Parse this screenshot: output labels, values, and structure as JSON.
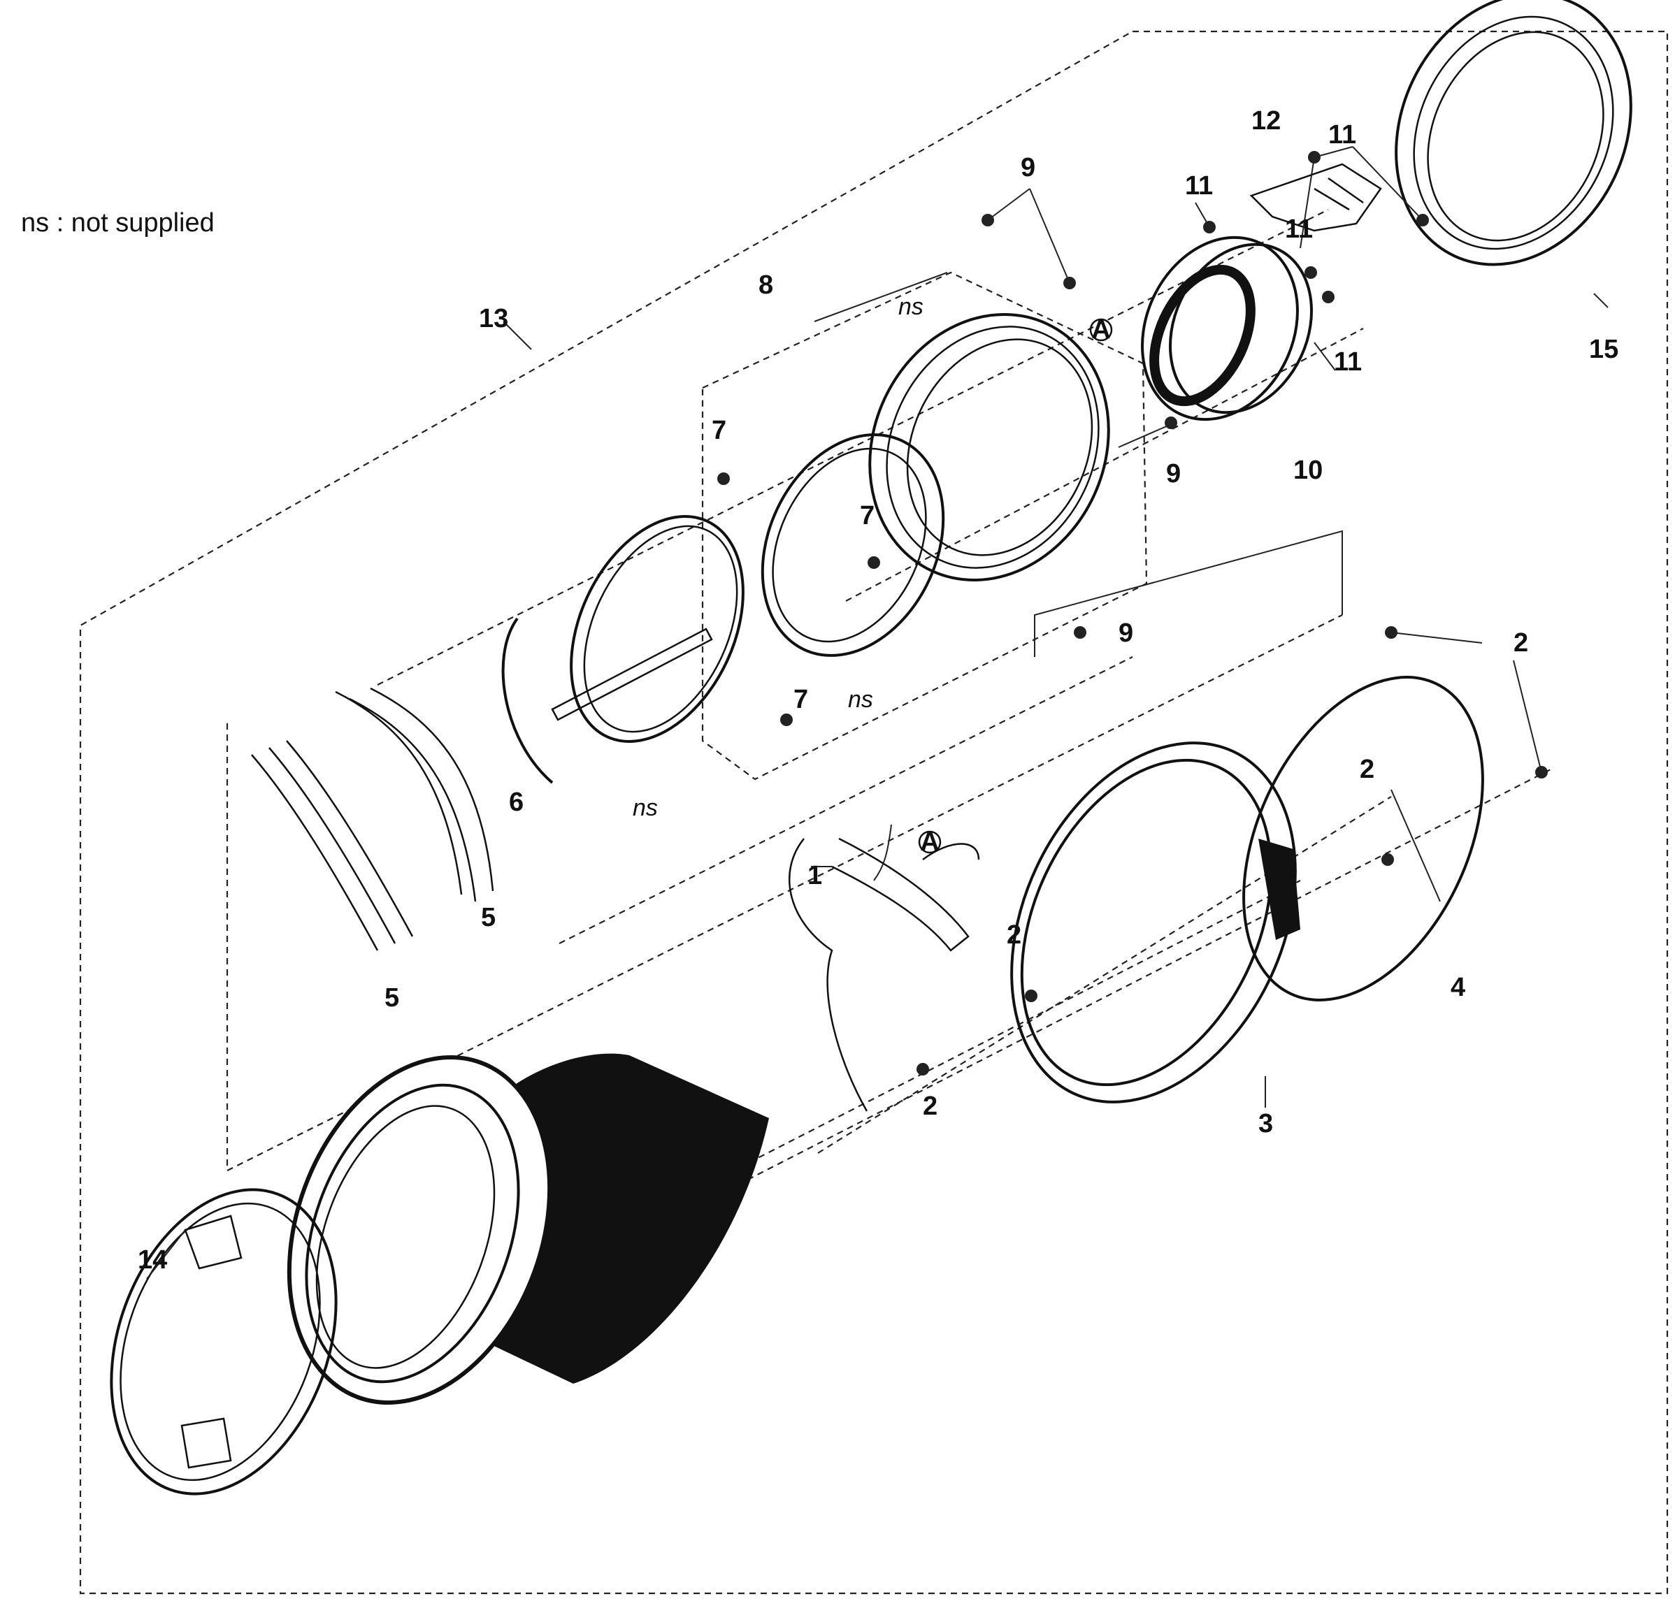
{
  "legend": "ns : not supplied",
  "not_supplied_marker": "ns",
  "reference_marker": "A",
  "callouts": {
    "p1": "1",
    "p2": "2",
    "p3": "3",
    "p4": "4",
    "p5": "5",
    "p6": "6",
    "p7": "7",
    "p8": "8",
    "p9": "9",
    "p10": "10",
    "p11": "11",
    "p12": "12",
    "p13": "13",
    "p14": "14",
    "p15": "15"
  }
}
